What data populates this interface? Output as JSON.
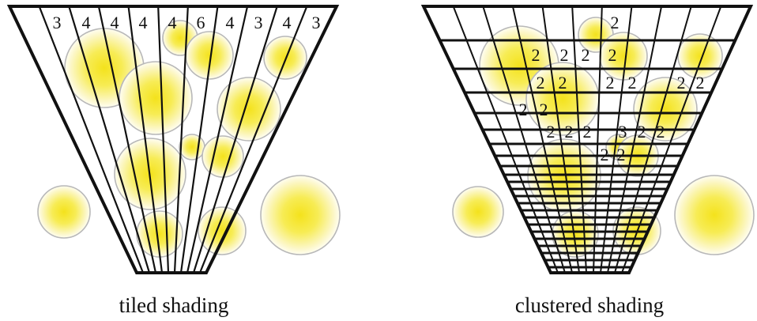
{
  "left_panel": {
    "caption": "tiled shading",
    "tile_counts": [
      "3",
      "4",
      "4",
      "4",
      "4",
      "6",
      "4",
      "3",
      "4",
      "3"
    ]
  },
  "right_panel": {
    "caption": "clustered shading",
    "cluster_labels": [
      "2",
      "2",
      "2",
      "2",
      "2",
      "2",
      "2",
      "2",
      "2",
      "2",
      "2",
      "2",
      "2",
      "2",
      "2",
      "2",
      "3",
      "2",
      "2",
      "2",
      "2"
    ]
  },
  "colors": {
    "light_core": "#f5e61a",
    "light_edge": "#fffde0",
    "light_outline": "#b8b8b8",
    "frustum_line": "#111111",
    "background": "#ffffff"
  }
}
